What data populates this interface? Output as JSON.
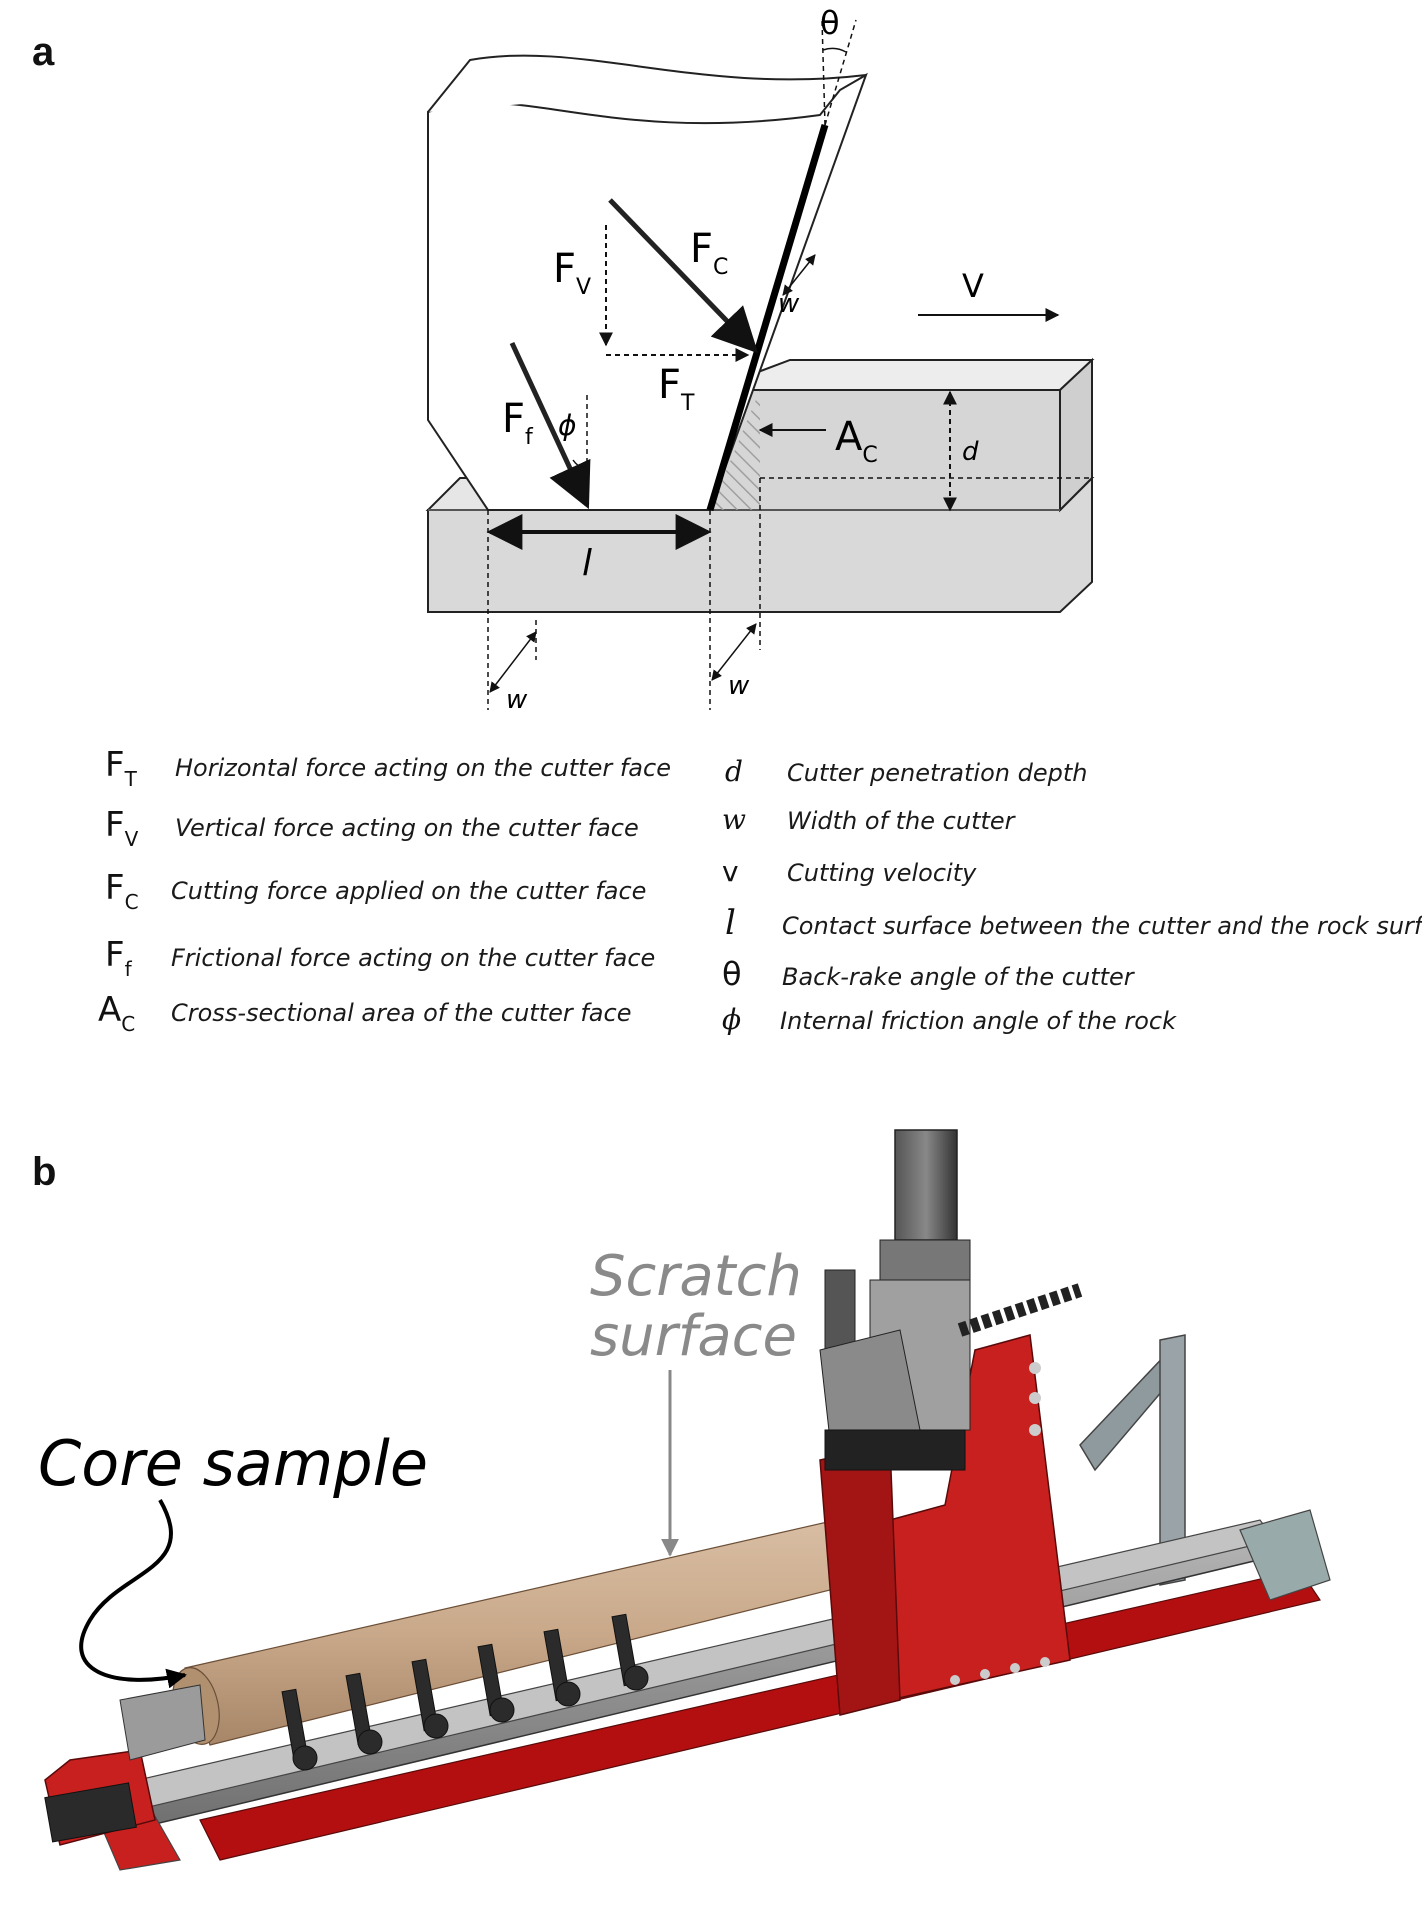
{
  "panels": {
    "a": {
      "label": "a",
      "diagram_labels": {
        "theta": "θ",
        "fc_main": "F",
        "fc_sub": "C",
        "fv_main": "F",
        "fv_sub": "V",
        "ft_main": "F",
        "ft_sub": "T",
        "ff_main": "F",
        "ff_sub": "f",
        "phi": "ϕ",
        "w": "w",
        "v": "V",
        "ac_main": "A",
        "ac_sub": "C",
        "d": "d",
        "l": "l"
      },
      "legend_left": [
        {
          "sym": "F",
          "sub": "T",
          "desc": "Horizontal force acting on the cutter face"
        },
        {
          "sym": "F",
          "sub": "V",
          "desc": "Vertical force acting on the cutter face"
        },
        {
          "sym": "F",
          "sub": "C",
          "desc": "Cutting force applied on the cutter face"
        },
        {
          "sym": "F",
          "sub": "f",
          "desc": "Frictional force acting on the cutter face"
        },
        {
          "sym": "A",
          "sub": "C",
          "desc": "Cross-sectional area of the cutter face"
        }
      ],
      "legend_right": [
        {
          "sym": "d",
          "desc": "Cutter penetration depth"
        },
        {
          "sym": "w",
          "desc": "Width of the cutter"
        },
        {
          "sym": "v",
          "desc": "Cutting velocity"
        },
        {
          "sym": "l",
          "desc": "Contact surface between the cutter and the rock surface"
        },
        {
          "sym": "θ",
          "desc": "Back-rake angle of the cutter"
        },
        {
          "sym": "ϕ",
          "desc": "Internal friction angle of the rock"
        }
      ]
    },
    "b": {
      "label": "b",
      "scratch_line1": "Scratch",
      "scratch_line2": "surface",
      "core_sample": "Core sample"
    }
  },
  "colors": {
    "machine_red": "#c8201e",
    "rock_gray": "#d9d9d9",
    "core_tan": "#c9a98a"
  }
}
